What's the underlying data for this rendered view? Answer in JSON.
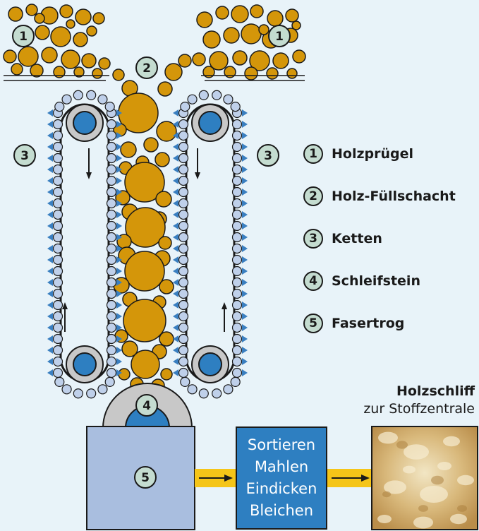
{
  "legend": {
    "items": [
      {
        "number": "1",
        "label": "Holzprügel"
      },
      {
        "number": "2",
        "label": "Holz-Füllschacht"
      },
      {
        "number": "3",
        "label": "Ketten"
      },
      {
        "number": "4",
        "label": "Schleifstein"
      },
      {
        "number": "5",
        "label": "Fasertrog"
      }
    ]
  },
  "markers": {
    "logs_left": "1",
    "logs_right": "1",
    "shaft": "2",
    "chain_left": "3",
    "chain_right": "3",
    "grinder": "4",
    "trough": "5"
  },
  "process": {
    "lines": [
      "Sortieren",
      "Mahlen",
      "Eindicken",
      "Bleichen"
    ]
  },
  "output": {
    "title": "Holzschliff",
    "subtitle": "zur Stoffzentrale"
  },
  "colors": {
    "background": "#e8f3f9",
    "wood": "#d4960a",
    "chain_link": "#bfd0ea",
    "chain_tooth": "#3a7fc0",
    "sprocket": "#2e7fc1",
    "grinder_housing": "#c8c8c8",
    "trough": "#a9bedf",
    "process_box": "#2e7fc1",
    "flow_arrow": "#f5c518",
    "badge": "#c4dcd0"
  }
}
